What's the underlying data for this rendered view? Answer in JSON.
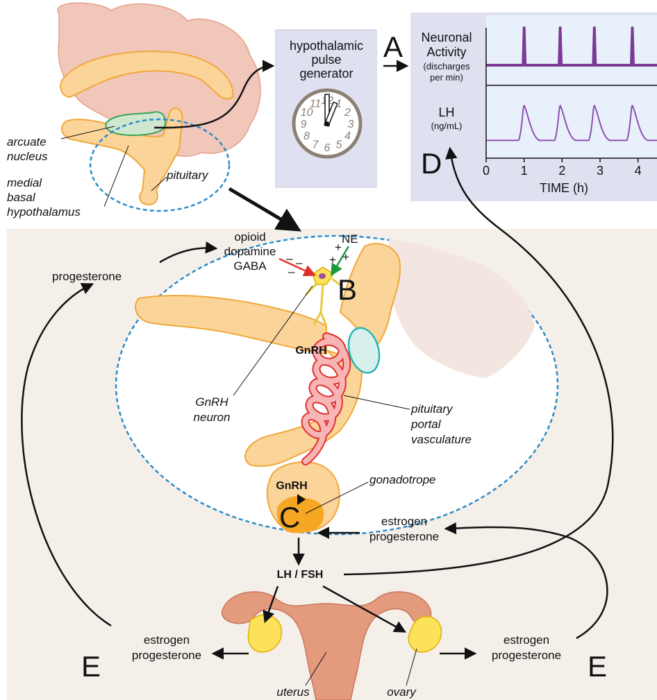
{
  "labels": {
    "arcuate": [
      "arcuate",
      "nucleus"
    ],
    "medial": [
      "medial",
      "basal",
      "hypothalamus"
    ],
    "pituitary": "pituitary",
    "pulse_gen": [
      "hypothalamic",
      "pulse",
      "generator"
    ],
    "letter_a": "A",
    "letter_b": "B",
    "letter_c": "C",
    "letter_d": "D",
    "letter_e_left": "E",
    "letter_e_right": "E",
    "opioid": "opioid",
    "dopamine": "dopamine",
    "gaba": "GABA",
    "ne": "NE",
    "minus_signs": [
      "–",
      "–",
      "–"
    ],
    "plus_signs": [
      "+",
      "+",
      "+"
    ],
    "progesterone_top": "progesterone",
    "gnrh_top": "GnRH",
    "gnrh_neuron": [
      "GnRH",
      "neuron"
    ],
    "portal": [
      "pituitary",
      "portal",
      "vasculature"
    ],
    "gnrh_bottom": "GnRH",
    "gonadotrope": "gonadotrope",
    "estrogen_mid": "estrogen",
    "progesterone_mid": "progesterone",
    "lh_fsh": "LH / FSH",
    "estrogen_left": "estrogen",
    "progesterone_left": "progesterone",
    "estrogen_right": "estrogen",
    "progesterone_right": "progesterone",
    "uterus": "uterus",
    "ovary": "ovary"
  },
  "clock_numbers": [
    "12",
    "1",
    "2",
    "3",
    "4",
    "5",
    "6",
    "7",
    "8",
    "9",
    "10",
    "11"
  ],
  "chart": {
    "top_label": [
      "Neuronal",
      "Activity",
      "(discharges",
      "per min)"
    ],
    "bottom_label": [
      "LH",
      "(ng/mL)"
    ],
    "x_ticks": [
      "0",
      "1",
      "2",
      "3",
      "4"
    ],
    "x_title": "TIME (h)"
  },
  "chart_data": {
    "type": "line",
    "x_range": [
      0,
      4.5
    ],
    "xlabel": "TIME (h)",
    "pulse_times": [
      1.0,
      1.95,
      2.85,
      3.85
    ],
    "series": [
      {
        "name": "Neuronal Activity",
        "baseline": 0.1,
        "peak": 1.0,
        "color": "#7b3a96"
      },
      {
        "name": "LH",
        "baseline": 0.1,
        "peak": 1.0,
        "color": "#8e4fb0"
      }
    ]
  },
  "colors": {
    "brain": "#f1c7ba",
    "hypothalamus": "#fbd49a",
    "outline": "#f0a83a",
    "arcuate": "#cfe7cf",
    "panel": "#dfe0f0",
    "background_panel": "#f5efe9",
    "dashed": "#2a8cc9",
    "vessel": "#f49a9a",
    "vessel_outline": "#e0302d",
    "uterus": "#e49a7d",
    "ovary": "#fbe25a",
    "trace": "#7b3a96"
  }
}
